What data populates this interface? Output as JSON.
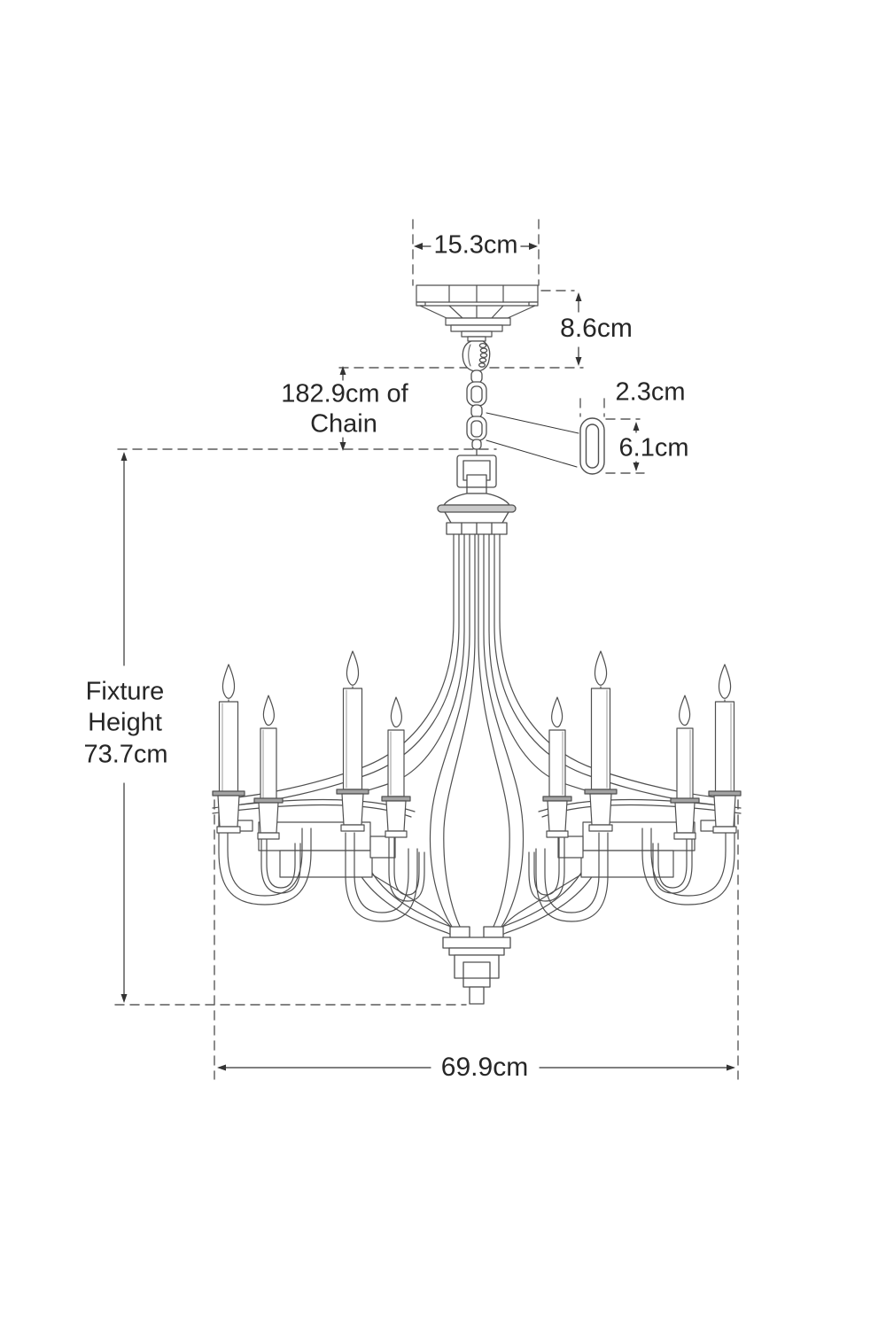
{
  "page": {
    "background_color": "#ffffff",
    "line_color": "#4f4f4f",
    "dashed_line_color": "#5a5a5a",
    "text_color": "#262626"
  },
  "diagram": {
    "type": "technical dimension line drawing",
    "subject": "eight-arm two-tier candle chandelier with ceiling canopy and hanging chain",
    "candle_count": 8,
    "labels": {
      "canopy_width": "15.3cm",
      "canopy_height": "8.6cm",
      "chain_length_line1": "182.9cm of",
      "chain_length_line2": "Chain",
      "link_width": "2.3cm",
      "link_height": "6.1cm",
      "fixture_height_line1": "Fixture",
      "fixture_height_line2": "Height",
      "fixture_height_line3": "73.7cm",
      "fixture_width": "69.9cm"
    },
    "values": {
      "canopy_width_cm": 15.3,
      "canopy_height_cm": 8.6,
      "chain_length_cm": 182.9,
      "link_width_cm": 2.3,
      "link_height_cm": 6.1,
      "fixture_height_cm": 73.7,
      "fixture_width_cm": 69.9
    }
  }
}
